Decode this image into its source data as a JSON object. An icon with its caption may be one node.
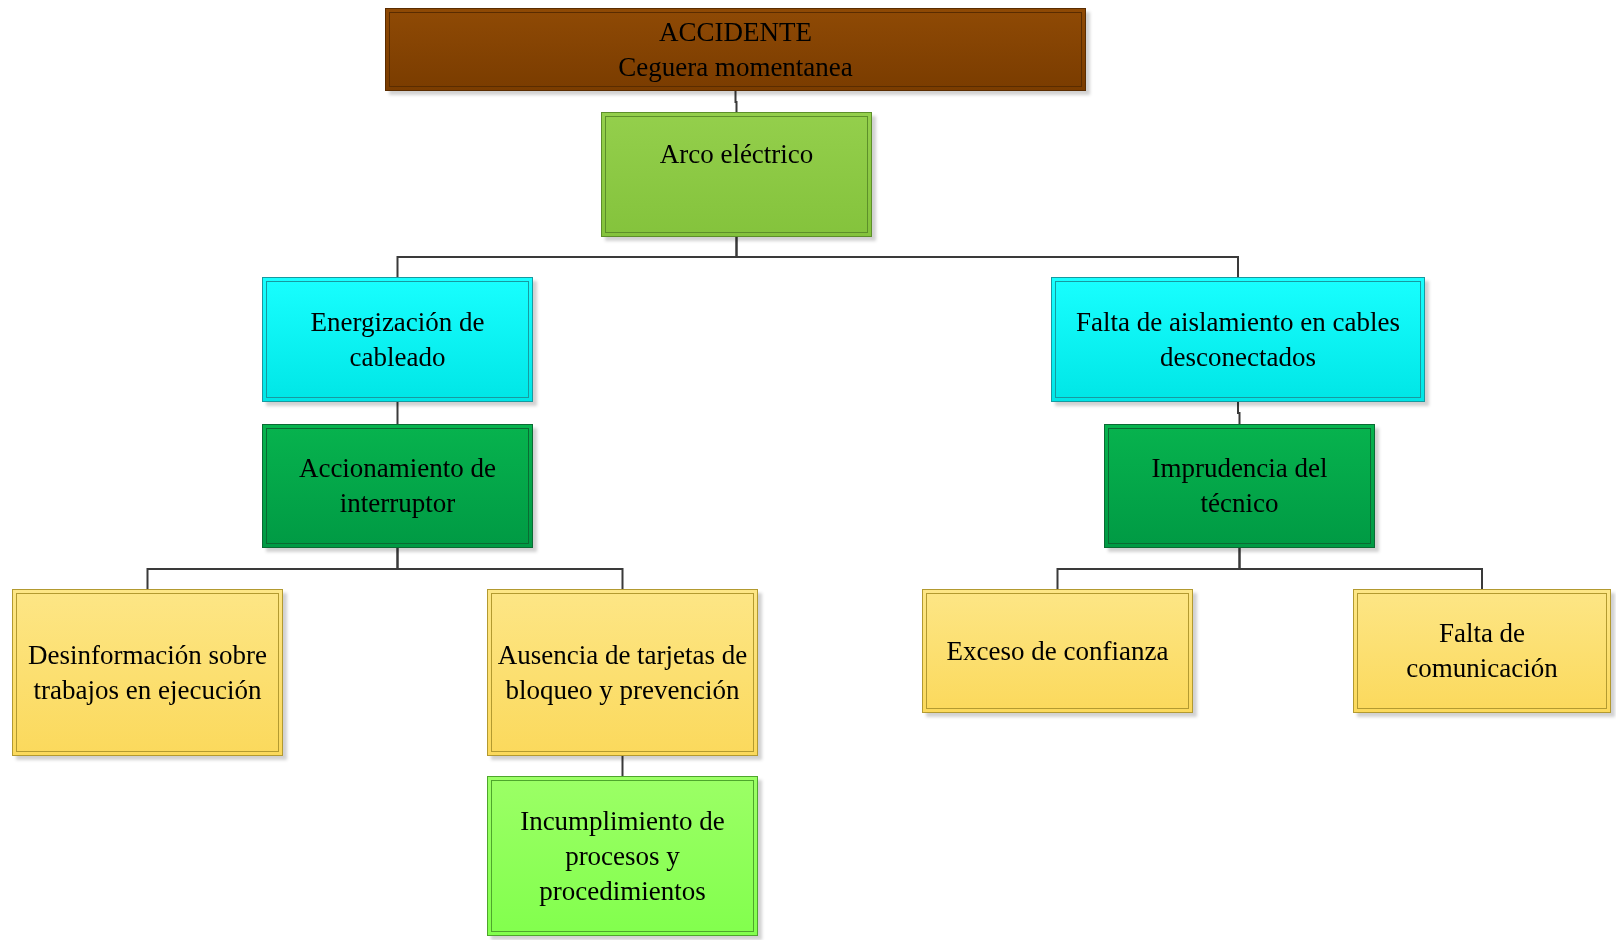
{
  "diagram": {
    "nodes": [
      {
        "text": [
          "ACCIDENTE",
          "Ceguera momentanea"
        ]
      },
      {
        "text": [
          "Arco eléctrico"
        ]
      },
      {
        "text": [
          "Energización de cableado"
        ]
      },
      {
        "text": [
          "Falta de aislamiento en cables desconectados"
        ]
      },
      {
        "text": [
          "Accionamiento de interruptor"
        ]
      },
      {
        "text": [
          "Imprudencia del técnico"
        ]
      },
      {
        "text": [
          "Desinformación sobre trabajos en ejecución"
        ]
      },
      {
        "text": [
          "Ausencia de tarjetas de bloqueo y prevención"
        ]
      },
      {
        "text": [
          "Exceso de confianza"
        ]
      },
      {
        "text": [
          "Falta de comunicación"
        ]
      },
      {
        "text": [
          "Incumplimiento de procesos y procedimientos"
        ]
      }
    ],
    "edges": [
      {
        "from": 0,
        "to": 1,
        "arrow": "none"
      },
      {
        "from": 1,
        "to": 2,
        "arrow": "none"
      },
      {
        "from": 1,
        "to": 3,
        "arrow": "none"
      },
      {
        "from": 2,
        "to": 4,
        "arrow": "none"
      },
      {
        "from": 3,
        "to": 5,
        "arrow": "none"
      },
      {
        "from": 4,
        "to": 6,
        "arrow": "none"
      },
      {
        "from": 4,
        "to": 7,
        "arrow": "none"
      },
      {
        "from": 5,
        "to": 8,
        "arrow": "none"
      },
      {
        "from": 5,
        "to": 9,
        "arrow": "none"
      },
      {
        "from": 7,
        "to": 10,
        "arrow": "none"
      }
    ]
  }
}
